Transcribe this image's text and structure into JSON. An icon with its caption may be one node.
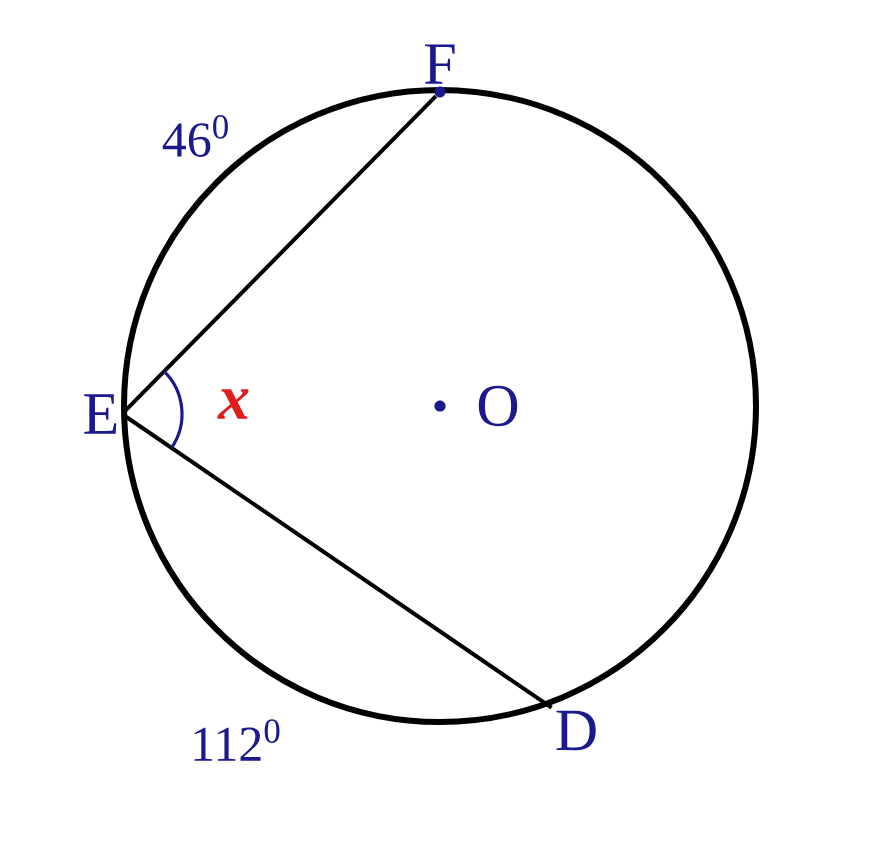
{
  "diagram": {
    "nodes": [
      {
        "text": [
          "F"
        ]
      },
      {
        "text": [
          "E"
        ]
      },
      {
        "text": [
          "D"
        ]
      }
    ],
    "edges": [
      {
        "from": 1,
        "to": 0,
        "arrow": "none"
      },
      {
        "from": 1,
        "to": 2,
        "arrow": "none"
      }
    ],
    "labels": [
      "46$^{0}$",
      "x",
      "O",
      "112$^{0}$"
    ]
  }
}
